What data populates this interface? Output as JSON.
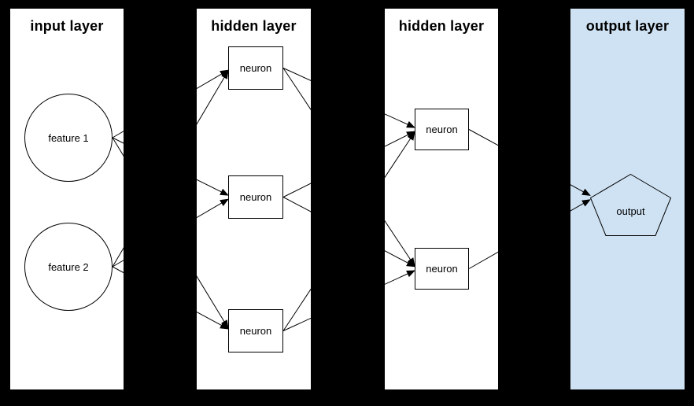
{
  "colors": {
    "background": "#000000",
    "layer_panel_bg": "#ffffff",
    "output_panel_bg": "#cfe2f3",
    "stroke": "#000000"
  },
  "layers": [
    {
      "title": "input layer",
      "nodes": [
        {
          "id": "f1",
          "label": "feature 1",
          "shape": "circle"
        },
        {
          "id": "f2",
          "label": "feature 2",
          "shape": "circle"
        }
      ]
    },
    {
      "title": "hidden layer",
      "nodes": [
        {
          "id": "h1a",
          "label": "neuron",
          "shape": "rect"
        },
        {
          "id": "h1b",
          "label": "neuron",
          "shape": "rect"
        },
        {
          "id": "h1c",
          "label": "neuron",
          "shape": "rect"
        }
      ]
    },
    {
      "title": "hidden layer",
      "nodes": [
        {
          "id": "h2a",
          "label": "neuron",
          "shape": "rect"
        },
        {
          "id": "h2b",
          "label": "neuron",
          "shape": "rect"
        }
      ]
    },
    {
      "title": "output layer",
      "nodes": [
        {
          "id": "out",
          "label": "output",
          "shape": "pentagon"
        }
      ]
    }
  ],
  "edges": [
    {
      "from": "f1",
      "to": "h1a"
    },
    {
      "from": "f1",
      "to": "h1b"
    },
    {
      "from": "f1",
      "to": "h1c"
    },
    {
      "from": "f2",
      "to": "h1a"
    },
    {
      "from": "f2",
      "to": "h1b"
    },
    {
      "from": "f2",
      "to": "h1c"
    },
    {
      "from": "h1a",
      "to": "h2a"
    },
    {
      "from": "h1a",
      "to": "h2b"
    },
    {
      "from": "h1b",
      "to": "h2a"
    },
    {
      "from": "h1b",
      "to": "h2b"
    },
    {
      "from": "h1c",
      "to": "h2a"
    },
    {
      "from": "h1c",
      "to": "h2b"
    },
    {
      "from": "h2a",
      "to": "out"
    },
    {
      "from": "h2b",
      "to": "out"
    }
  ]
}
